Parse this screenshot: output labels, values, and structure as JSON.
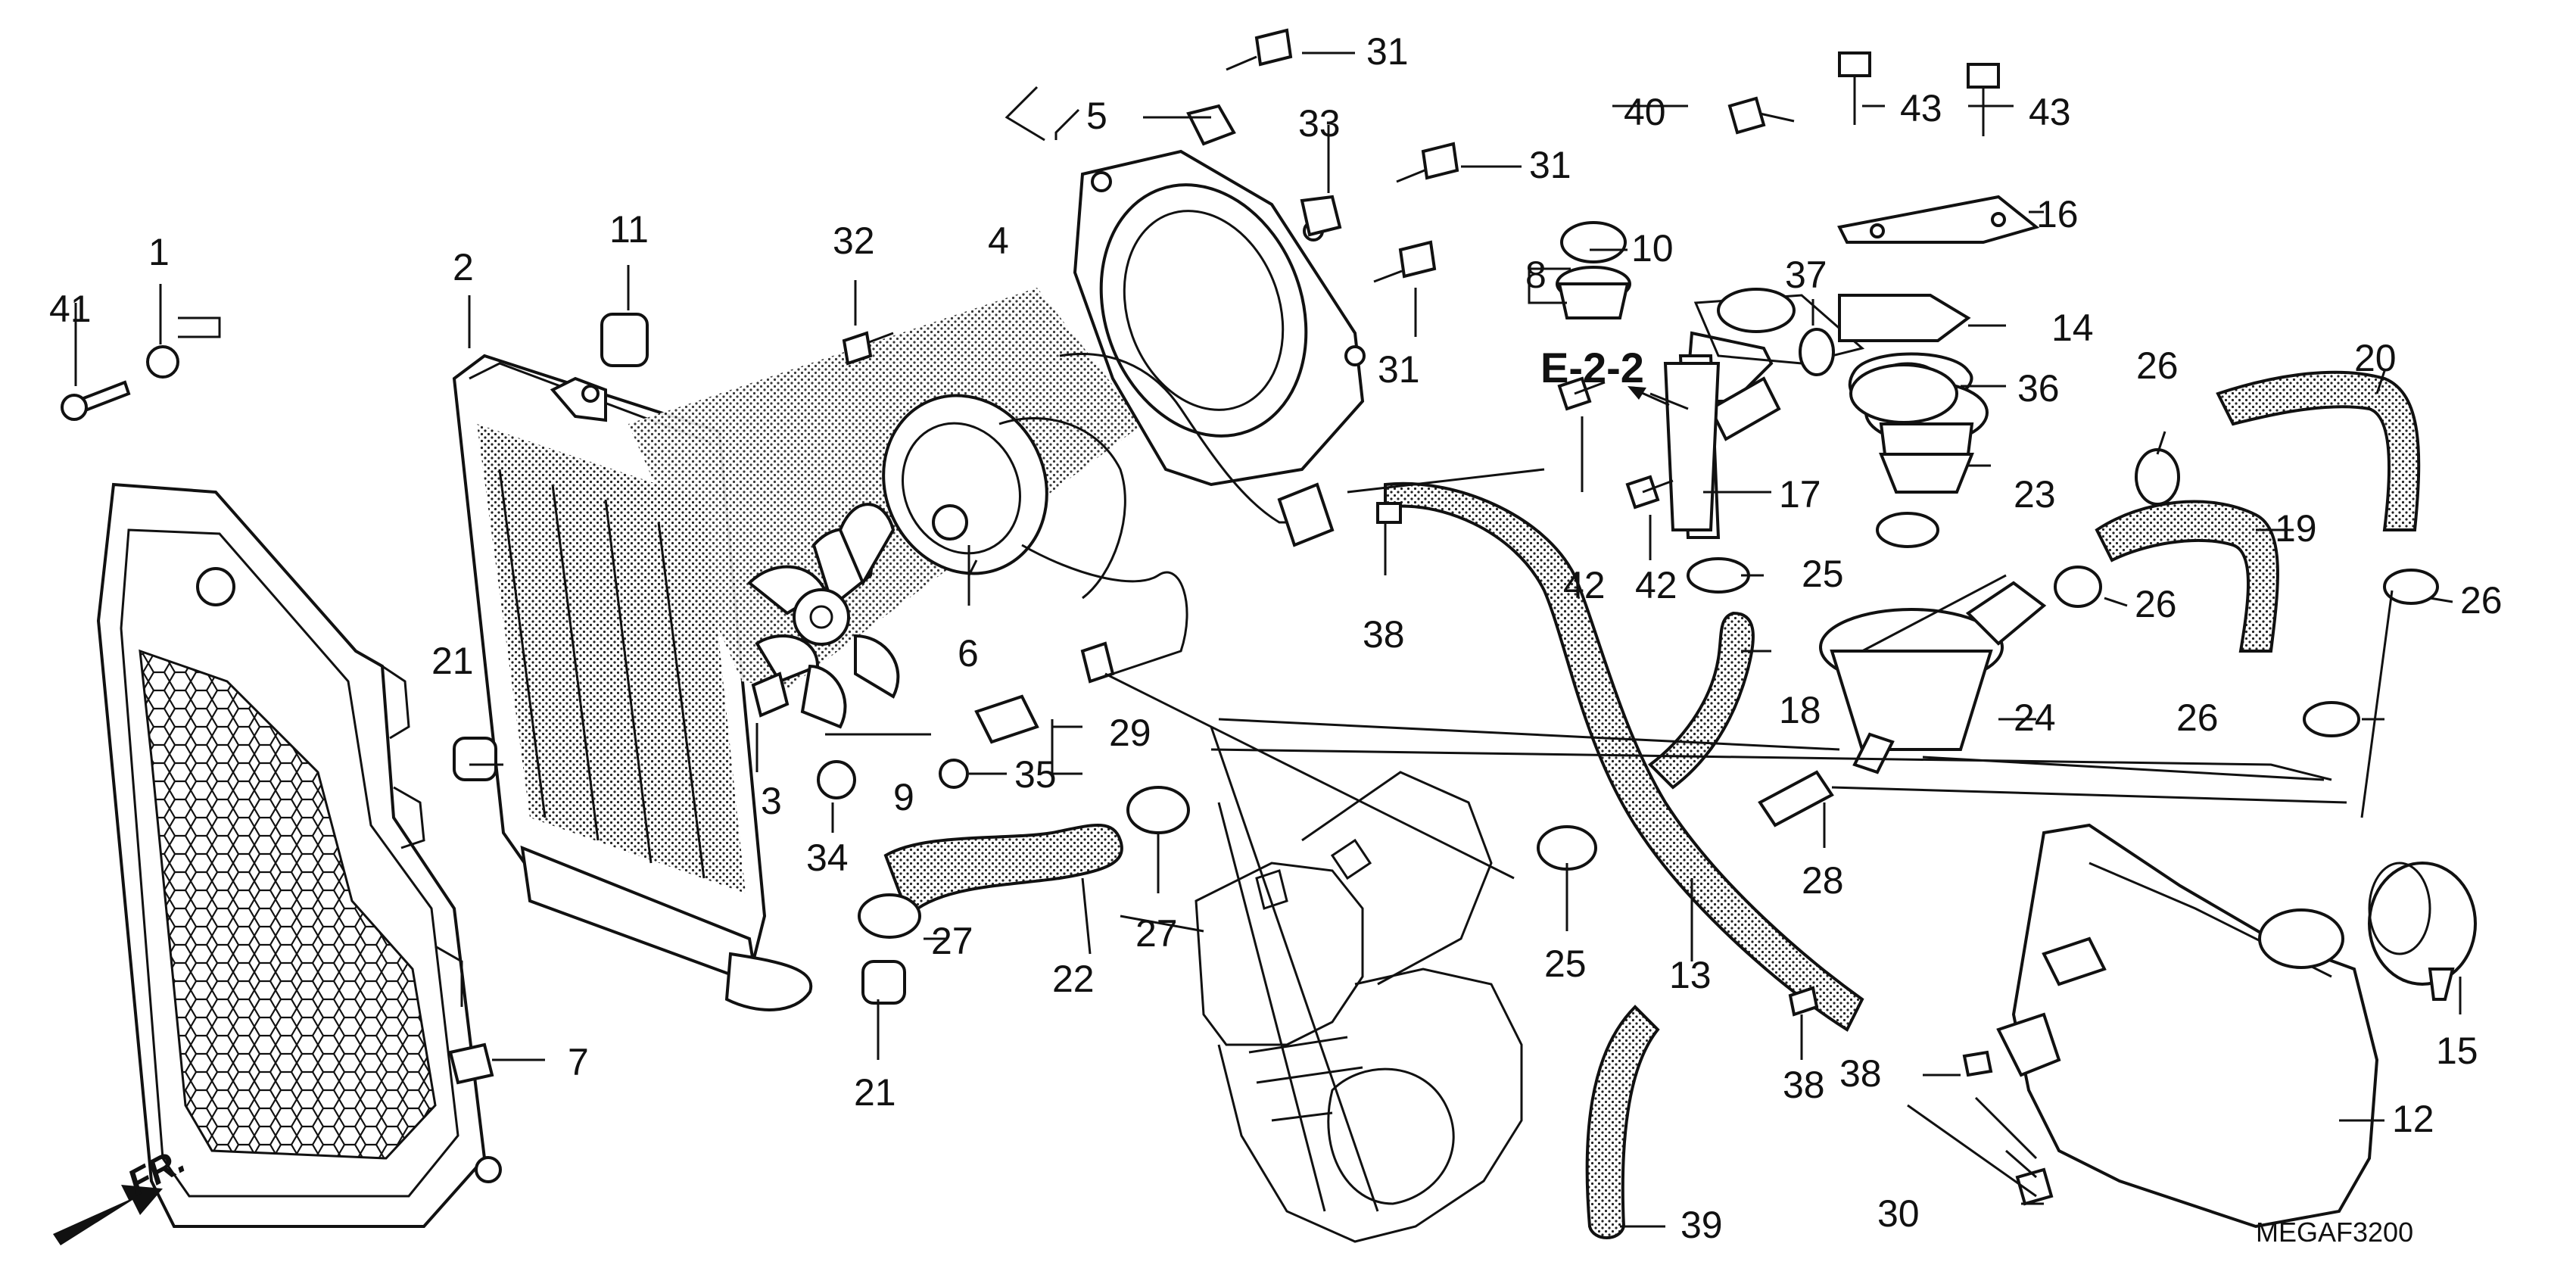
{
  "diagram": {
    "ref_label": "E-2-2",
    "code": "MEGAF3200",
    "direction": "FR.",
    "part_numbers": [
      {
        "id": "p1",
        "label": "1"
      },
      {
        "id": "p2",
        "label": "2"
      },
      {
        "id": "p3",
        "label": "3"
      },
      {
        "id": "p4",
        "label": "4"
      },
      {
        "id": "p5",
        "label": "5"
      },
      {
        "id": "p6",
        "label": "6"
      },
      {
        "id": "p7",
        "label": "7"
      },
      {
        "id": "p8",
        "label": "8"
      },
      {
        "id": "p9",
        "label": "9"
      },
      {
        "id": "p10",
        "label": "10"
      },
      {
        "id": "p11",
        "label": "11"
      },
      {
        "id": "p12",
        "label": "12"
      },
      {
        "id": "p13",
        "label": "13"
      },
      {
        "id": "p14",
        "label": "14"
      },
      {
        "id": "p15",
        "label": "15"
      },
      {
        "id": "p16",
        "label": "16"
      },
      {
        "id": "p17",
        "label": "17"
      },
      {
        "id": "p18",
        "label": "18"
      },
      {
        "id": "p19",
        "label": "19"
      },
      {
        "id": "p20",
        "label": "20"
      },
      {
        "id": "p21a",
        "label": "21"
      },
      {
        "id": "p21b",
        "label": "21"
      },
      {
        "id": "p22",
        "label": "22"
      },
      {
        "id": "p23",
        "label": "23"
      },
      {
        "id": "p24",
        "label": "24"
      },
      {
        "id": "p25a",
        "label": "25"
      },
      {
        "id": "p25b",
        "label": "25"
      },
      {
        "id": "p26a",
        "label": "26"
      },
      {
        "id": "p26b",
        "label": "26"
      },
      {
        "id": "p26c",
        "label": "26"
      },
      {
        "id": "p26d",
        "label": "26"
      },
      {
        "id": "p27a",
        "label": "27"
      },
      {
        "id": "p27b",
        "label": "27"
      },
      {
        "id": "p28",
        "label": "28"
      },
      {
        "id": "p29",
        "label": "29"
      },
      {
        "id": "p30",
        "label": "30"
      },
      {
        "id": "p31a",
        "label": "31"
      },
      {
        "id": "p31b",
        "label": "31"
      },
      {
        "id": "p31c",
        "label": "31"
      },
      {
        "id": "p32",
        "label": "32"
      },
      {
        "id": "p33",
        "label": "33"
      },
      {
        "id": "p34",
        "label": "34"
      },
      {
        "id": "p35",
        "label": "35"
      },
      {
        "id": "p36",
        "label": "36"
      },
      {
        "id": "p37",
        "label": "37"
      },
      {
        "id": "p38a",
        "label": "38"
      },
      {
        "id": "p38b",
        "label": "38"
      },
      {
        "id": "p38c",
        "label": "38"
      },
      {
        "id": "p39",
        "label": "39"
      },
      {
        "id": "p40",
        "label": "40"
      },
      {
        "id": "p41",
        "label": "41"
      },
      {
        "id": "p42a",
        "label": "42"
      },
      {
        "id": "p42b",
        "label": "42"
      },
      {
        "id": "p43a",
        "label": "43"
      },
      {
        "id": "p43b",
        "label": "43"
      }
    ]
  }
}
